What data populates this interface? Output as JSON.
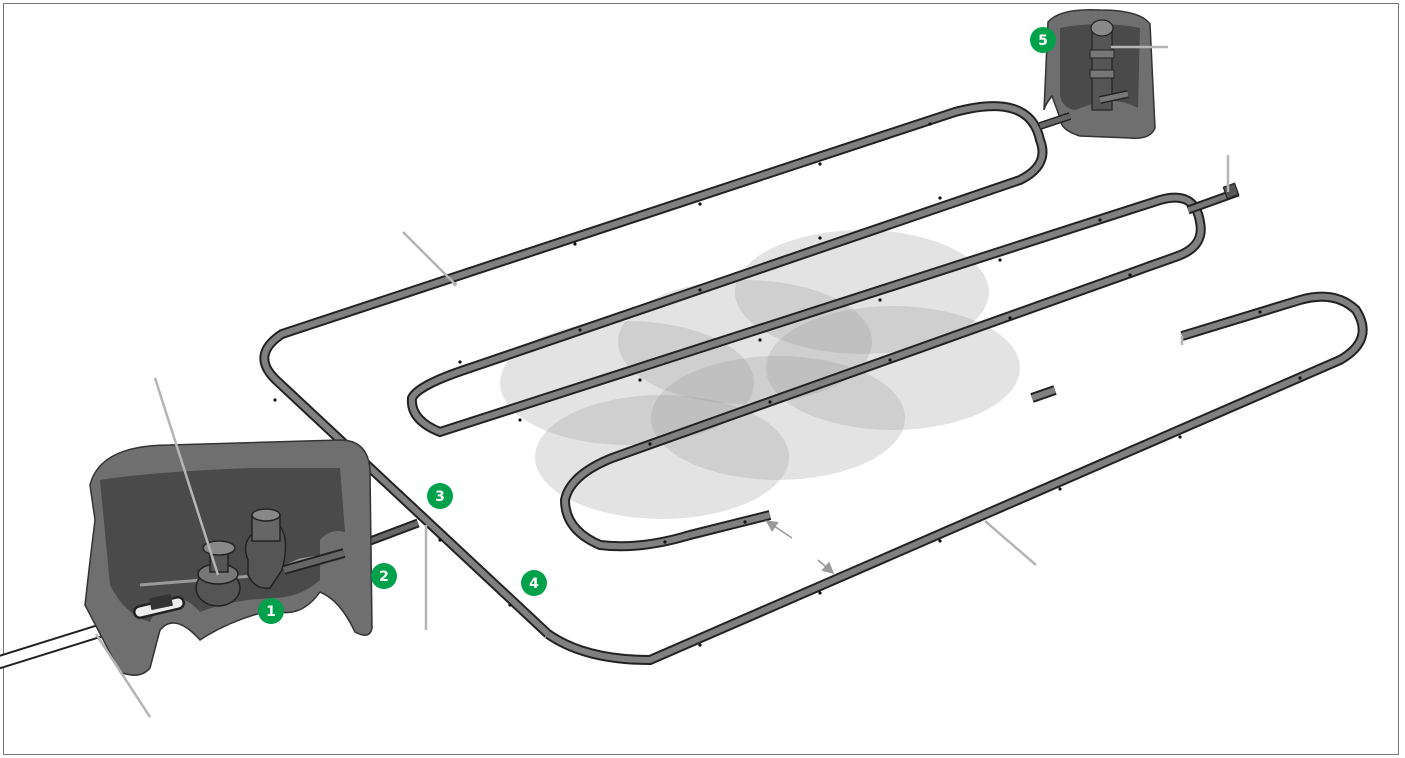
{
  "colors": {
    "tube_outline": "#222222",
    "tube_fill": "#808080",
    "box_fill": "#6f6f6f",
    "box_dark": "#4a4a4a",
    "spray_fill": "#9a9a9a",
    "leader_line": "#b5b5b5",
    "badge_fill": "#00a14b",
    "badge_text": "#ffffff"
  },
  "callouts": [
    {
      "id": "badge-1",
      "label": "1"
    },
    {
      "id": "badge-2",
      "label": "2"
    },
    {
      "id": "badge-3",
      "label": "3"
    },
    {
      "id": "badge-4",
      "label": "4"
    },
    {
      "id": "badge-5",
      "label": "5"
    }
  ],
  "icons": {
    "supply_valve_box": "valve-box-icon",
    "flush_valve_box": "flush-valve-box-icon",
    "spray_zones": "spray-pattern-icon"
  }
}
